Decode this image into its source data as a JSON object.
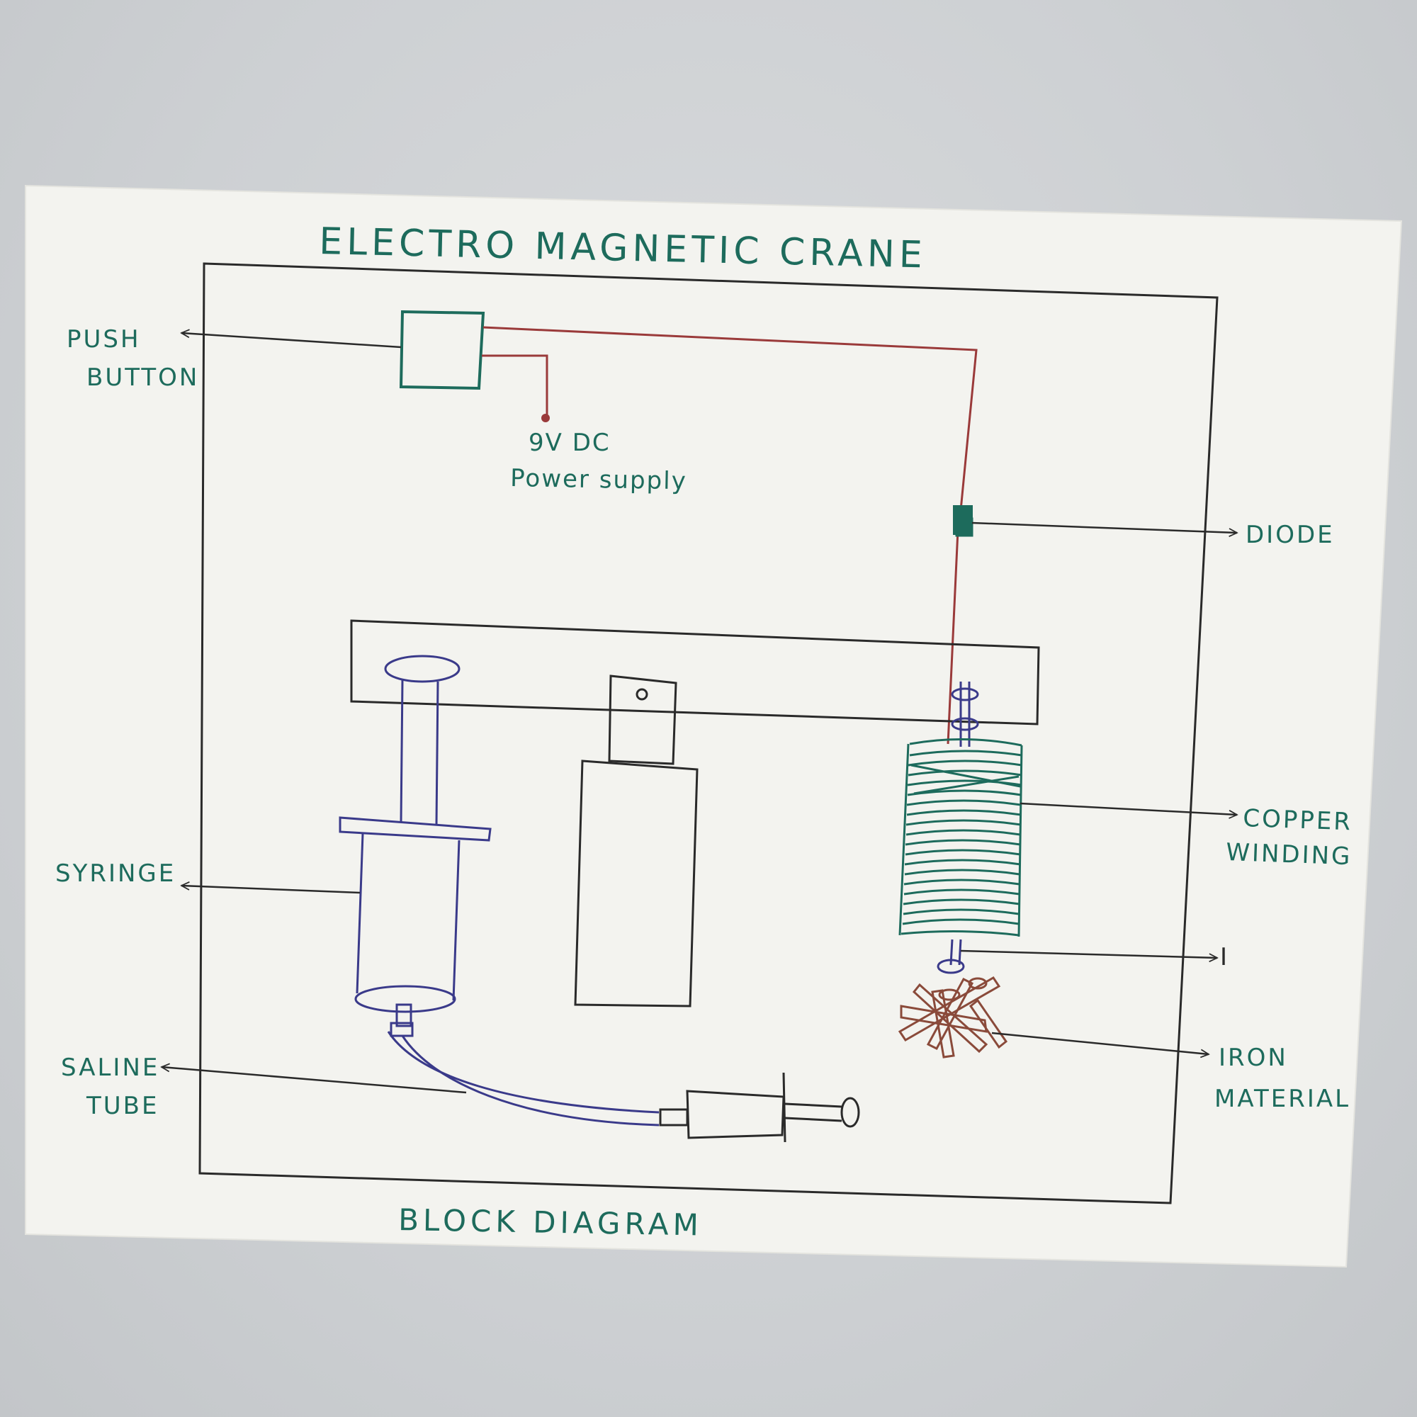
{
  "title": "ELECTRO MAGNETIC CRANE",
  "caption": "BLOCK DIAGRAM",
  "labels": {
    "push_button_line1": "PUSH",
    "push_button_line2": "BUTTON",
    "power_line1": "9V DC",
    "power_line2": "Power supply",
    "diode": "DIODE",
    "copper_line1": "COPPER",
    "copper_line2": "WINDING",
    "syringe": "SYRINGE",
    "saline_line1": "SALINE",
    "saline_line2": "TUBE",
    "iron_line1": "IRON",
    "iron_line2": "MATERIAL",
    "nail_mark": "I"
  },
  "colors": {
    "ink_green": "#1d6b5c",
    "ink_black": "#2a2a2a",
    "ink_red": "#9a3a3a",
    "ink_blue": "#3a3a8a",
    "ink_brown": "#8a4a3a",
    "paper": "#f3f3ef"
  }
}
